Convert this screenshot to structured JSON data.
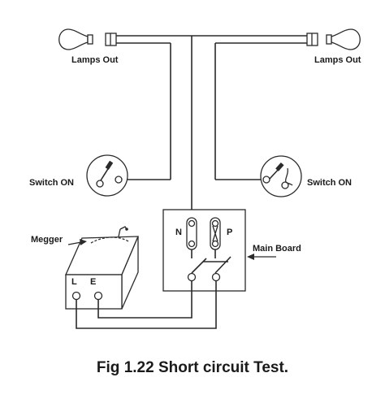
{
  "labels": {
    "lamps_out_left": "Lamps Out",
    "lamps_out_right": "Lamps Out",
    "switch_on_left": "Switch ON",
    "switch_on_right": "Switch ON",
    "megger": "Megger",
    "megger_terminal_l": "L",
    "megger_terminal_e": "E",
    "main_board": "Main Board",
    "main_board_n": "N",
    "main_board_p": "P"
  },
  "caption": "Fig 1.22 Short circuit Test."
}
